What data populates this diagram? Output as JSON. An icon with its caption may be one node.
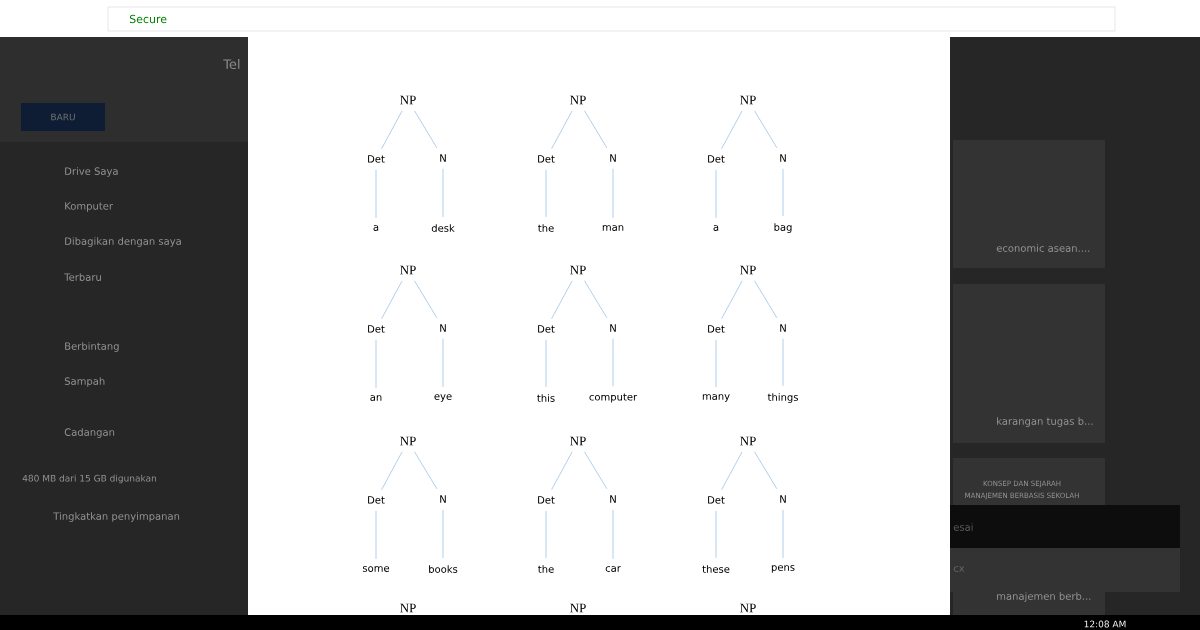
{
  "diagram": {
    "nodes": [
      {
        "text": [
          "NP"
        ]
      },
      {
        "text": [
          "Det"
        ]
      },
      {
        "text": [
          "N"
        ]
      },
      {
        "text": [
          "a"
        ]
      },
      {
        "text": [
          "desk"
        ]
      },
      {
        "text": [
          "NP"
        ]
      },
      {
        "text": [
          "Det"
        ]
      },
      {
        "text": [
          "N"
        ]
      },
      {
        "text": [
          "the"
        ]
      },
      {
        "text": [
          "man"
        ]
      },
      {
        "text": [
          "NP"
        ]
      },
      {
        "text": [
          "Det"
        ]
      },
      {
        "text": [
          "N"
        ]
      },
      {
        "text": [
          "a"
        ]
      },
      {
        "text": [
          "bag"
        ]
      },
      {
        "text": [
          "NP"
        ]
      },
      {
        "text": [
          "Det"
        ]
      },
      {
        "text": [
          "N"
        ]
      },
      {
        "text": [
          "an"
        ]
      },
      {
        "text": [
          "eye"
        ]
      },
      {
        "text": [
          "NP"
        ]
      },
      {
        "text": [
          "Det"
        ]
      },
      {
        "text": [
          "N"
        ]
      },
      {
        "text": [
          "this"
        ]
      },
      {
        "text": [
          "computer"
        ]
      },
      {
        "text": [
          "NP"
        ]
      },
      {
        "text": [
          "Det"
        ]
      },
      {
        "text": [
          "N"
        ]
      },
      {
        "text": [
          "many"
        ]
      },
      {
        "text": [
          "things"
        ]
      },
      {
        "text": [
          "NP"
        ]
      },
      {
        "text": [
          "Det"
        ]
      },
      {
        "text": [
          "N"
        ]
      },
      {
        "text": [
          "some"
        ]
      },
      {
        "text": [
          "books"
        ]
      },
      {
        "text": [
          "NP"
        ]
      },
      {
        "text": [
          "Det"
        ]
      },
      {
        "text": [
          "N"
        ]
      },
      {
        "text": [
          "the"
        ]
      },
      {
        "text": [
          "car"
        ]
      },
      {
        "text": [
          "NP"
        ]
      },
      {
        "text": [
          "Det"
        ]
      },
      {
        "text": [
          "N"
        ]
      },
      {
        "text": [
          "these"
        ]
      },
      {
        "text": [
          "pens"
        ]
      },
      {
        "text": [
          "NP"
        ]
      },
      {
        "text": [
          "NP"
        ]
      },
      {
        "text": [
          "NP"
        ]
      }
    ],
    "edges": [
      {
        "from": 0,
        "to": 1,
        "arrow": "none"
      },
      {
        "from": 0,
        "to": 2,
        "arrow": "none"
      },
      {
        "from": 1,
        "to": 3,
        "arrow": "none"
      },
      {
        "from": 2,
        "to": 4,
        "arrow": "none"
      },
      {
        "from": 5,
        "to": 6,
        "arrow": "none"
      },
      {
        "from": 5,
        "to": 7,
        "arrow": "none"
      },
      {
        "from": 6,
        "to": 8,
        "arrow": "none"
      },
      {
        "from": 7,
        "to": 9,
        "arrow": "none"
      },
      {
        "from": 10,
        "to": 11,
        "arrow": "none"
      },
      {
        "from": 10,
        "to": 12,
        "arrow": "none"
      },
      {
        "from": 11,
        "to": 13,
        "arrow": "none"
      },
      {
        "from": 12,
        "to": 14,
        "arrow": "none"
      },
      {
        "from": 15,
        "to": 16,
        "arrow": "none"
      },
      {
        "from": 15,
        "to": 17,
        "arrow": "none"
      },
      {
        "from": 16,
        "to": 18,
        "arrow": "none"
      },
      {
        "from": 17,
        "to": 19,
        "arrow": "none"
      },
      {
        "from": 20,
        "to": 21,
        "arrow": "none"
      },
      {
        "from": 20,
        "to": 22,
        "arrow": "none"
      },
      {
        "from": 21,
        "to": 23,
        "arrow": "none"
      },
      {
        "from": 22,
        "to": 24,
        "arrow": "none"
      },
      {
        "from": 25,
        "to": 26,
        "arrow": "none"
      },
      {
        "from": 25,
        "to": 27,
        "arrow": "none"
      },
      {
        "from": 26,
        "to": 28,
        "arrow": "none"
      },
      {
        "from": 27,
        "to": 29,
        "arrow": "none"
      },
      {
        "from": 30,
        "to": 31,
        "arrow": "none"
      },
      {
        "from": 30,
        "to": 32,
        "arrow": "none"
      },
      {
        "from": 31,
        "to": 33,
        "arrow": "none"
      },
      {
        "from": 32,
        "to": 34,
        "arrow": "none"
      },
      {
        "from": 35,
        "to": 36,
        "arrow": "none"
      },
      {
        "from": 35,
        "to": 37,
        "arrow": "none"
      },
      {
        "from": 36,
        "to": 38,
        "arrow": "none"
      },
      {
        "from": 37,
        "to": 39,
        "arrow": "none"
      },
      {
        "from": 40,
        "to": 41,
        "arrow": "none"
      },
      {
        "from": 40,
        "to": 42,
        "arrow": "none"
      },
      {
        "from": 41,
        "to": 43,
        "arrow": "none"
      },
      {
        "from": 42,
        "to": 44,
        "arrow": "none"
      }
    ],
    "labels": [
      "Secure",
      "Tel",
      "BARU",
      "Drive Saya",
      "Komputer",
      "Dibagikan dengan saya",
      "Terbaru",
      "Berbintang",
      "Sampah",
      "Cadangan",
      "480 MB dari 15 GB digunakan",
      "Tingkatkan penyimpanan",
      "economic asean....",
      "karangan tugas b...",
      "KONSEP DAN SEJARAH",
      "MANAJEMEN BERBASIS SEKOLAH",
      "esai",
      "cx",
      "manajemen berb...",
      "12:08 AM"
    ]
  }
}
